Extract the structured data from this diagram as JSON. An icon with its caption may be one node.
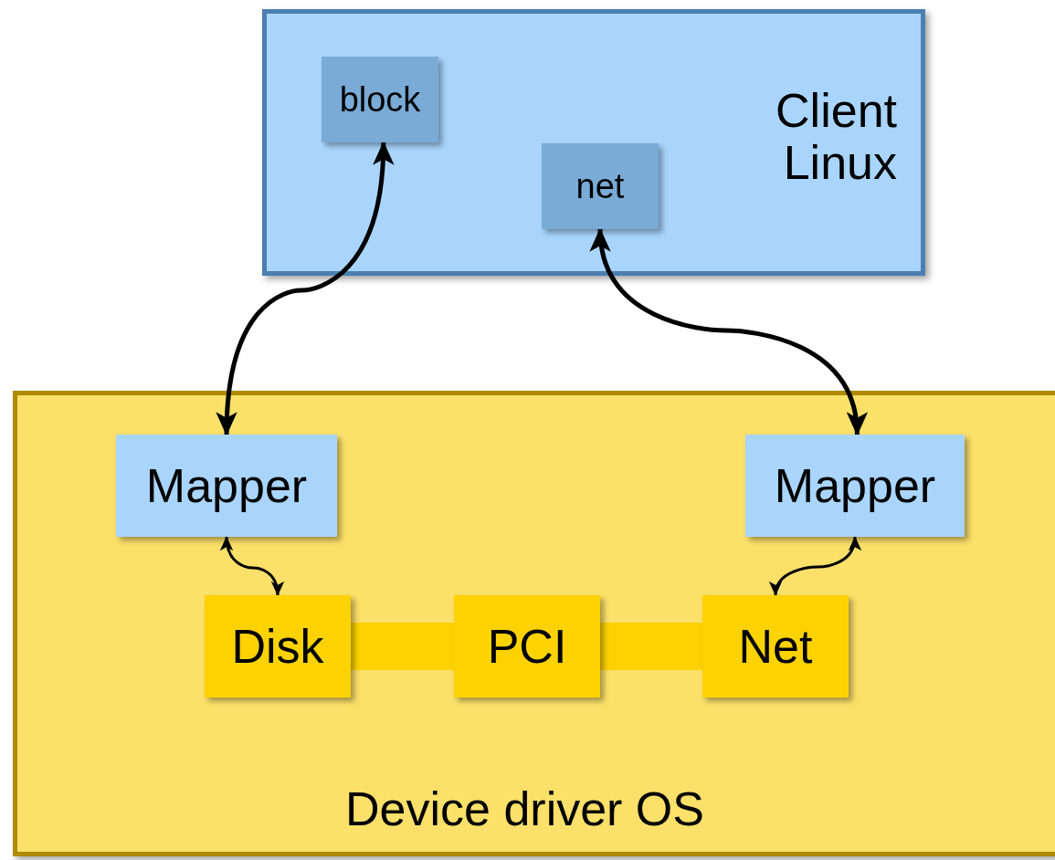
{
  "diagram": {
    "nodes": [
      {
        "text": [
          "Client Linux"
        ]
      },
      {
        "text": [
          "block"
        ],
        "in": 0
      },
      {
        "text": [
          "net"
        ],
        "in": 0
      },
      {
        "text": [
          "Device driver OS"
        ]
      },
      {
        "text": [
          "Mapper"
        ],
        "in": 3
      },
      {
        "text": [
          "Mapper"
        ],
        "in": 3
      },
      {
        "text": [
          "Disk"
        ],
        "in": 3
      },
      {
        "text": [
          "PCI"
        ],
        "in": 3
      },
      {
        "text": [
          "Net"
        ],
        "in": 3
      }
    ],
    "edges": [
      {
        "from": 1,
        "to": 4,
        "arrow": "both"
      },
      {
        "from": 2,
        "to": 5,
        "arrow": "both"
      },
      {
        "from": 4,
        "to": 6,
        "arrow": "both"
      },
      {
        "from": 5,
        "to": 8,
        "arrow": "both"
      },
      {
        "from": 6,
        "to": 7,
        "arrow": "none",
        "style": "thick",
        "color": "#fcd200"
      },
      {
        "from": 7,
        "to": 8,
        "arrow": "none",
        "style": "thick",
        "color": "#fcd200"
      }
    ]
  }
}
